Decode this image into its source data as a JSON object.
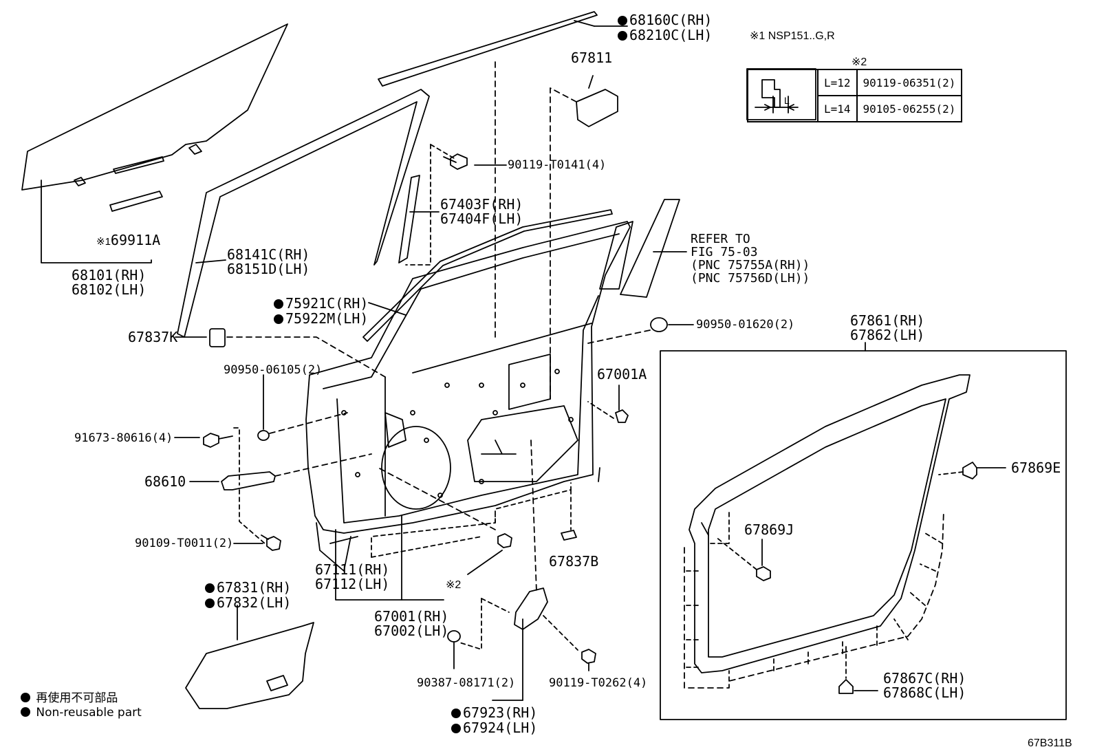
{
  "diagram_code": "67B311B",
  "notes": {
    "n1": "※1 NSP151..G,R",
    "n2_marker": "※2",
    "bolt_table": [
      {
        "length": "L=12",
        "part": "90119-06351(2)"
      },
      {
        "length": "L=14",
        "part": "90105-06255(2)"
      }
    ],
    "bolt_dim_label": "L"
  },
  "legend": {
    "jp": "再使用不可部品",
    "en": "Non-reusable part"
  },
  "labels": {
    "p68160": "68160C(RH)",
    "p68210": "68210C(LH)",
    "p67811": "67811",
    "p90119a": "90119-T0141(4)",
    "p67403": "67403F(RH)",
    "p67404": "67404F(LH)",
    "p69911": "69911A",
    "p69911_mark": "※1",
    "p68101": "68101(RH)",
    "p68102": "68102(LH)",
    "p68141": "68141C(RH)",
    "p68151": "68151D(LH)",
    "refer1": "REFER TO",
    "refer2": "FIG 75-03",
    "refer3": "(PNC 75755A(RH))",
    "refer4": "(PNC 75756D(LH))",
    "p75921": "75921C(RH)",
    "p75922": "75922M(LH)",
    "p67837k": "67837K",
    "p90950a": "90950-01620(2)",
    "p67861": "67861(RH)",
    "p67862": "67862(LH)",
    "p90950b": "90950-06105(2)",
    "p67001a": "67001A",
    "p91673": "91673-80616(4)",
    "p68610": "68610",
    "p67869e": "67869E",
    "p67869j": "67869J",
    "p90109": "90109-T0011(2)",
    "p67837b": "67837B",
    "p67111": "67111(RH)",
    "p67112": "67112(LH)",
    "p_mark2": "※2",
    "p67831": "67831(RH)",
    "p67832": "67832(LH)",
    "p67001": "67001(RH)",
    "p67002": "67002(LH)",
    "p90387": "90387-08171(2)",
    "p90119b": "90119-T0262(4)",
    "p67867": "67867C(RH)",
    "p67868": "67868C(LH)",
    "p67923": "67923(RH)",
    "p67924": "67924(LH)"
  }
}
